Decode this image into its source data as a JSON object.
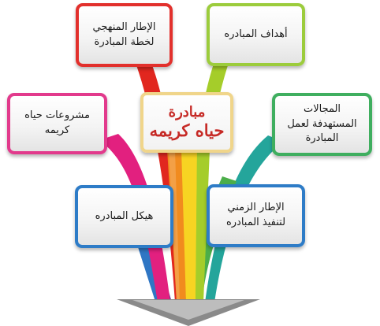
{
  "colors": {
    "ribbon_pink": "#e2207f",
    "ribbon_red": "#e1271f",
    "ribbon_orange": "#f18b1e",
    "ribbon_yellow": "#f7d422",
    "ribbon_lime": "#a5cd2a",
    "ribbon_green": "#4cae4a",
    "ribbon_teal": "#24a59b",
    "ribbon_blue": "#2f76c4",
    "ribbon_purple": "#6b3b9c",
    "arrow_gray": "#8a8a8a",
    "center_border": "#f0d58a",
    "center_text": "#c62a26",
    "card_text": "#1a1a1a"
  },
  "center": {
    "line1": "مبادرة",
    "line2": "حياه كريمه"
  },
  "cards": [
    {
      "id": "methodology",
      "line1": "الإطار المنهجي",
      "line2": "لخطة المبادرة",
      "border": "#e2302c"
    },
    {
      "id": "goals",
      "line1": "أهداف المبادره",
      "line2": "",
      "border": "#9ccc3c"
    },
    {
      "id": "projects",
      "line1": "مشروعات حياه",
      "line2": "كريمه",
      "border": "#e23a8c"
    },
    {
      "id": "fields",
      "line1": "المجالات",
      "line2": "المستهدفة لعمل",
      "line3": "المبادرة",
      "border": "#3fae5f"
    },
    {
      "id": "structure",
      "line1": "هيكل المبادره",
      "line2": "",
      "border": "#2e7cc7"
    },
    {
      "id": "timeline",
      "line1": "الإطار الزمني",
      "line2": "لتنفيذ المبادره",
      "border": "#2e7cc7"
    }
  ]
}
